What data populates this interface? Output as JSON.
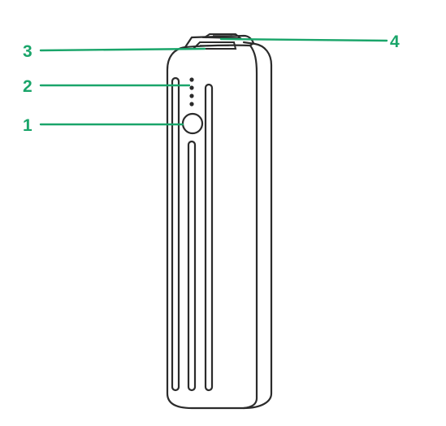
{
  "colors": {
    "accent": "#1aa56a",
    "outline": "#2b2b2b",
    "background": "#ffffff"
  },
  "device": {
    "name": "power-bank",
    "led_count": 4
  },
  "callouts": [
    {
      "id": "1",
      "target": "power-button"
    },
    {
      "id": "2",
      "target": "led-indicators"
    },
    {
      "id": "3",
      "target": "usb-port"
    },
    {
      "id": "4",
      "target": "micro-usb-port"
    }
  ]
}
